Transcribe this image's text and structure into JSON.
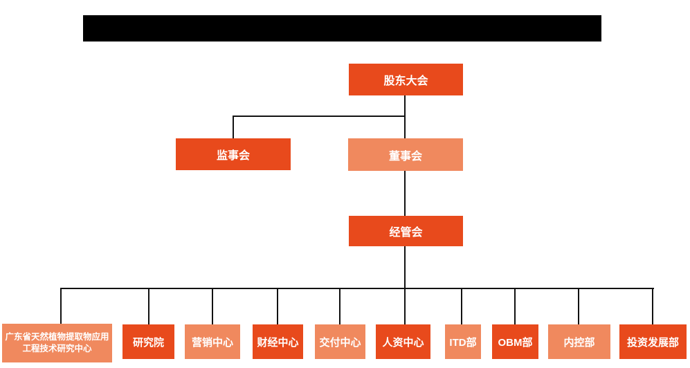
{
  "colors": {
    "node_dark": "#E84A1C",
    "node_light": "#F0895E",
    "node_text": "#ffffff",
    "connector": "#111111",
    "title_bar_redacted": "#000000",
    "background": "#ffffff"
  },
  "org_chart": {
    "root": {
      "label": "股东大会",
      "variant": "dark"
    },
    "level2": [
      {
        "label": "监事会",
        "variant": "dark"
      },
      {
        "label": "董事会",
        "variant": "light"
      }
    ],
    "level3": {
      "label": "经管会",
      "variant": "dark"
    },
    "departments": [
      {
        "label": "广东省天然植物提取物应用工程技术研究中心",
        "variant": "light"
      },
      {
        "label": "研究院",
        "variant": "dark"
      },
      {
        "label": "营销中心",
        "variant": "light"
      },
      {
        "label": "财经中心",
        "variant": "dark"
      },
      {
        "label": "交付中心",
        "variant": "light"
      },
      {
        "label": "人资中心",
        "variant": "dark"
      },
      {
        "label": "ITD部",
        "variant": "light"
      },
      {
        "label": "OBM部",
        "variant": "dark"
      },
      {
        "label": "内控部",
        "variant": "light"
      },
      {
        "label": "投资发展部",
        "variant": "dark"
      }
    ]
  }
}
